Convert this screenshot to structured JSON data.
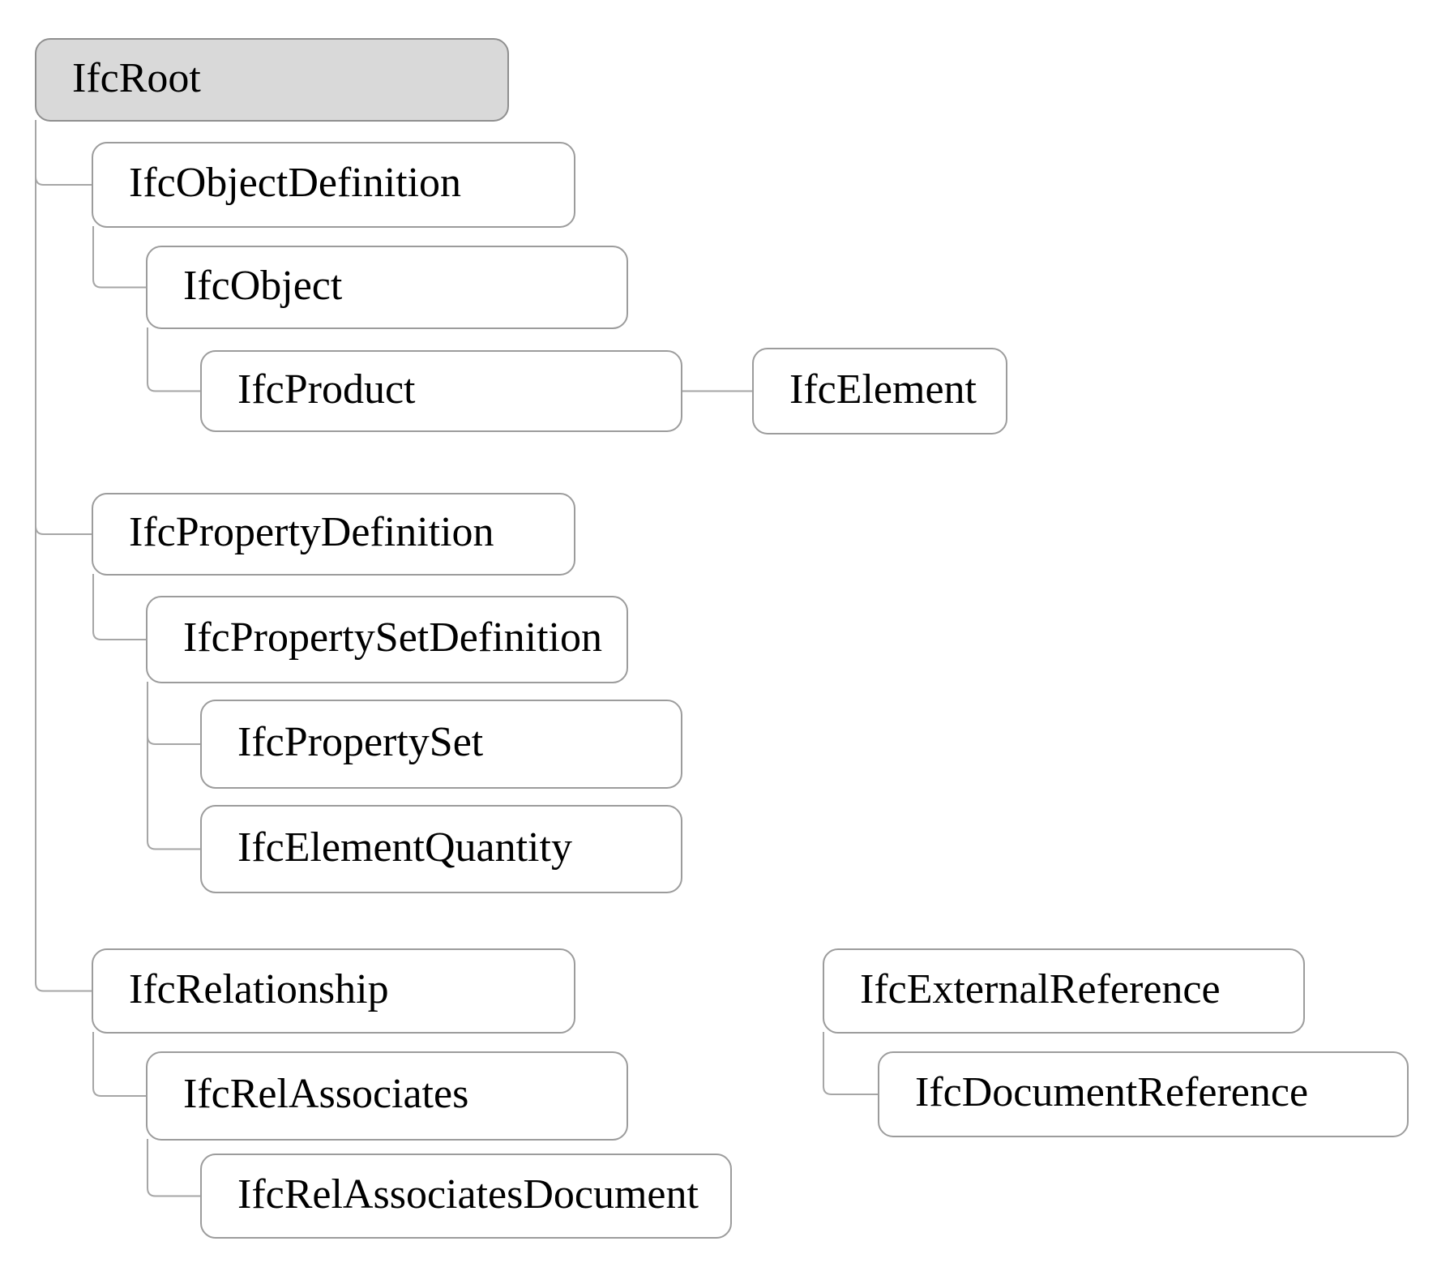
{
  "diagram": {
    "kind": "class-hierarchy-tree",
    "description": "IFC entity inheritance diagram with IfcRoot tree and IfcExternalReference tree"
  },
  "colors": {
    "root_fill": "#d9d9d9",
    "root_border": "#8f8f8f",
    "box_fill": "#ffffff",
    "box_border": "#9c9c9c",
    "connector": "#a6a6a6",
    "text": "#000000"
  },
  "nodes": [
    {
      "id": "IfcRoot",
      "label": "IfcRoot",
      "parent": null,
      "highlighted": true
    },
    {
      "id": "IfcObjectDefinition",
      "label": "IfcObjectDefinition",
      "parent": "IfcRoot",
      "highlighted": false
    },
    {
      "id": "IfcObject",
      "label": "IfcObject",
      "parent": "IfcObjectDefinition",
      "highlighted": false
    },
    {
      "id": "IfcProduct",
      "label": "IfcProduct",
      "parent": "IfcObject",
      "highlighted": false
    },
    {
      "id": "IfcElement",
      "label": "IfcElement",
      "parent": "IfcProduct",
      "highlighted": false,
      "link": "horizontal"
    },
    {
      "id": "IfcPropertyDefinition",
      "label": "IfcPropertyDefinition",
      "parent": "IfcRoot",
      "highlighted": false
    },
    {
      "id": "IfcPropertySetDefinition",
      "label": "IfcPropertySetDefinition",
      "parent": "IfcPropertyDefinition",
      "highlighted": false
    },
    {
      "id": "IfcPropertySet",
      "label": "IfcPropertySet",
      "parent": "IfcPropertySetDefinition",
      "highlighted": false
    },
    {
      "id": "IfcElementQuantity",
      "label": "IfcElementQuantity",
      "parent": "IfcPropertySetDefinition",
      "highlighted": false
    },
    {
      "id": "IfcRelationship",
      "label": "IfcRelationship",
      "parent": "IfcRoot",
      "highlighted": false
    },
    {
      "id": "IfcRelAssociates",
      "label": "IfcRelAssociates",
      "parent": "IfcRelationship",
      "highlighted": false
    },
    {
      "id": "IfcRelAssociatesDocument",
      "label": "IfcRelAssociatesDocument",
      "parent": "IfcRelAssociates",
      "highlighted": false
    },
    {
      "id": "IfcExternalReference",
      "label": "IfcExternalReference",
      "parent": null,
      "highlighted": false
    },
    {
      "id": "IfcDocumentReference",
      "label": "IfcDocumentReference",
      "parent": "IfcExternalReference",
      "highlighted": false
    }
  ]
}
